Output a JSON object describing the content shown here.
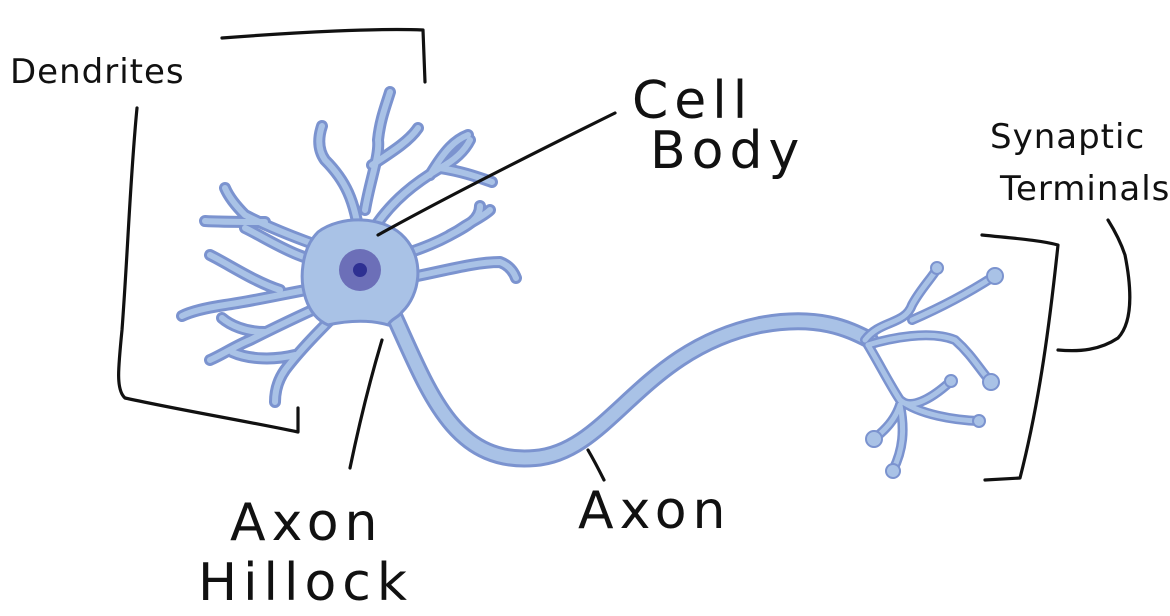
{
  "diagram": {
    "subject": "neuron",
    "colors": {
      "membrane_fill": "#a9c2e6",
      "membrane_stroke": "#7b93cf",
      "nucleus": "#6c6fb8",
      "nucleolus": "#2e3092",
      "ink": "#111111",
      "background": "#ffffff"
    },
    "labels": {
      "dendrites": "Dendrites",
      "cell_body_line1": "Cell",
      "cell_body_line2": "Body",
      "synaptic_line1": "Synaptic",
      "synaptic_line2": "Terminals",
      "axon_hillock_line1": "Axon",
      "axon_hillock_line2": "Hillock",
      "axon": "Axon"
    }
  }
}
